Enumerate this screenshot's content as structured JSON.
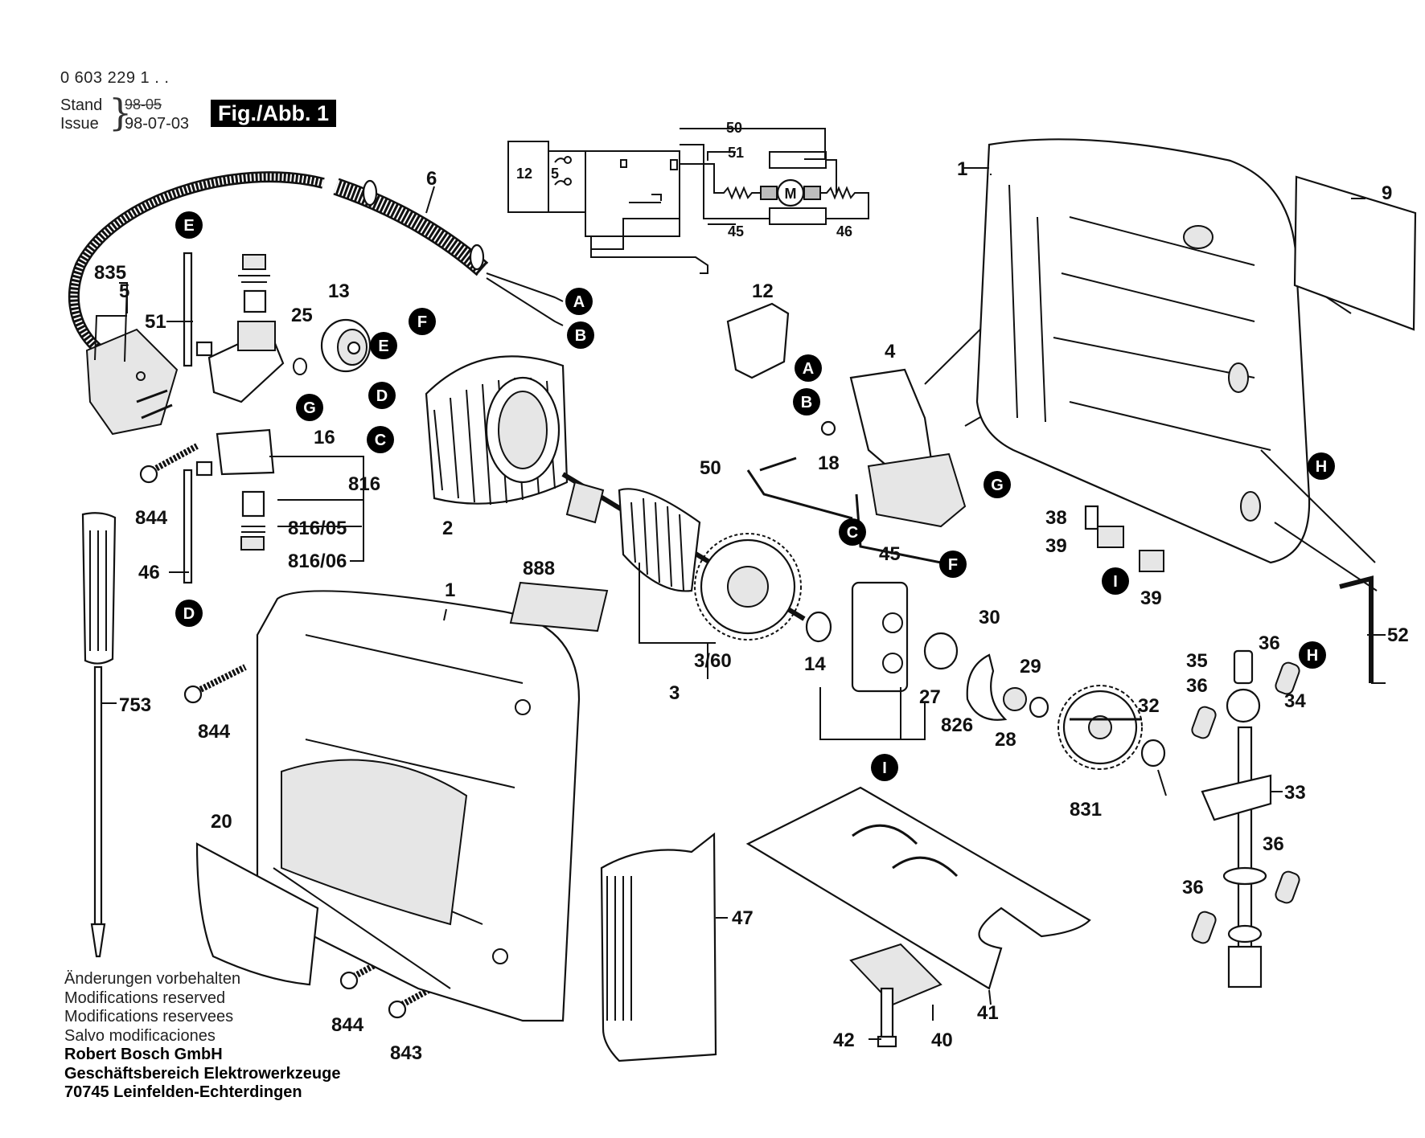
{
  "header": {
    "model_number": "0 603 229 1 . .",
    "stand_label": "Stand",
    "issue_label": "Issue",
    "date_old": "98-05",
    "date_new": "98-07-03",
    "figure_badge": "Fig./Abb. 1"
  },
  "callouts": {
    "mk_a_top": "A",
    "mk_b_top": "B",
    "mk_a_switch": "A",
    "mk_b_switch": "B",
    "mk_c_stator": "C",
    "mk_c_wire": "C",
    "mk_d_stator": "D",
    "mk_d_lead": "D",
    "mk_e_lead": "E",
    "mk_e_stator": "E",
    "mk_f_stator": "F",
    "mk_f_wire": "F",
    "mk_g_brush": "G",
    "mk_g_housing": "G",
    "mk_h_housing": "H",
    "mk_h_rod": "H",
    "mk_i_housing": "I",
    "mk_i_plate": "I"
  },
  "parts": {
    "p1_housing": "1",
    "p1_half": "1",
    "p2": "2",
    "p3": "3",
    "p360": "3/60",
    "p4": "4",
    "p5": "5",
    "p6": "6",
    "p9": "9",
    "p12": "12",
    "p13": "13",
    "p14": "14",
    "p16": "16",
    "p18": "18",
    "p20": "20",
    "p25": "25",
    "p27": "27",
    "p28": "28",
    "p29": "29",
    "p30": "30",
    "p32": "32",
    "p33": "33",
    "p34": "34",
    "p35": "35",
    "p36_a": "36",
    "p36_b": "36",
    "p36_c": "36",
    "p36_d": "36",
    "p38": "38",
    "p39_a": "39",
    "p39_b": "39",
    "p40": "40",
    "p41": "41",
    "p42": "42",
    "p45": "45",
    "p46": "46",
    "p47": "47",
    "p50": "50",
    "p51": "51",
    "p52": "52",
    "p753": "753",
    "p816": "816",
    "p816_05": "816/05",
    "p816_06": "816/06",
    "p826": "826",
    "p831": "831",
    "p835": "835",
    "p843": "843",
    "p844_a": "844",
    "p844_b": "844",
    "p844_c": "844",
    "p888": "888"
  },
  "schematic": {
    "s12": "12",
    "s5": "5",
    "s50": "50",
    "s51": "51",
    "s45": "45",
    "s46": "46",
    "motor": "M"
  },
  "footer": {
    "line1": "Änderungen vorbehalten",
    "line2": "Modifications reserved",
    "line3": "Modifications reservees",
    "line4": "Salvo modificaciones",
    "company1": "Robert Bosch GmbH",
    "company2": "Geschäftsbereich Elektrowerkzeuge",
    "company3": "70745 Leinfelden-Echterdingen"
  }
}
